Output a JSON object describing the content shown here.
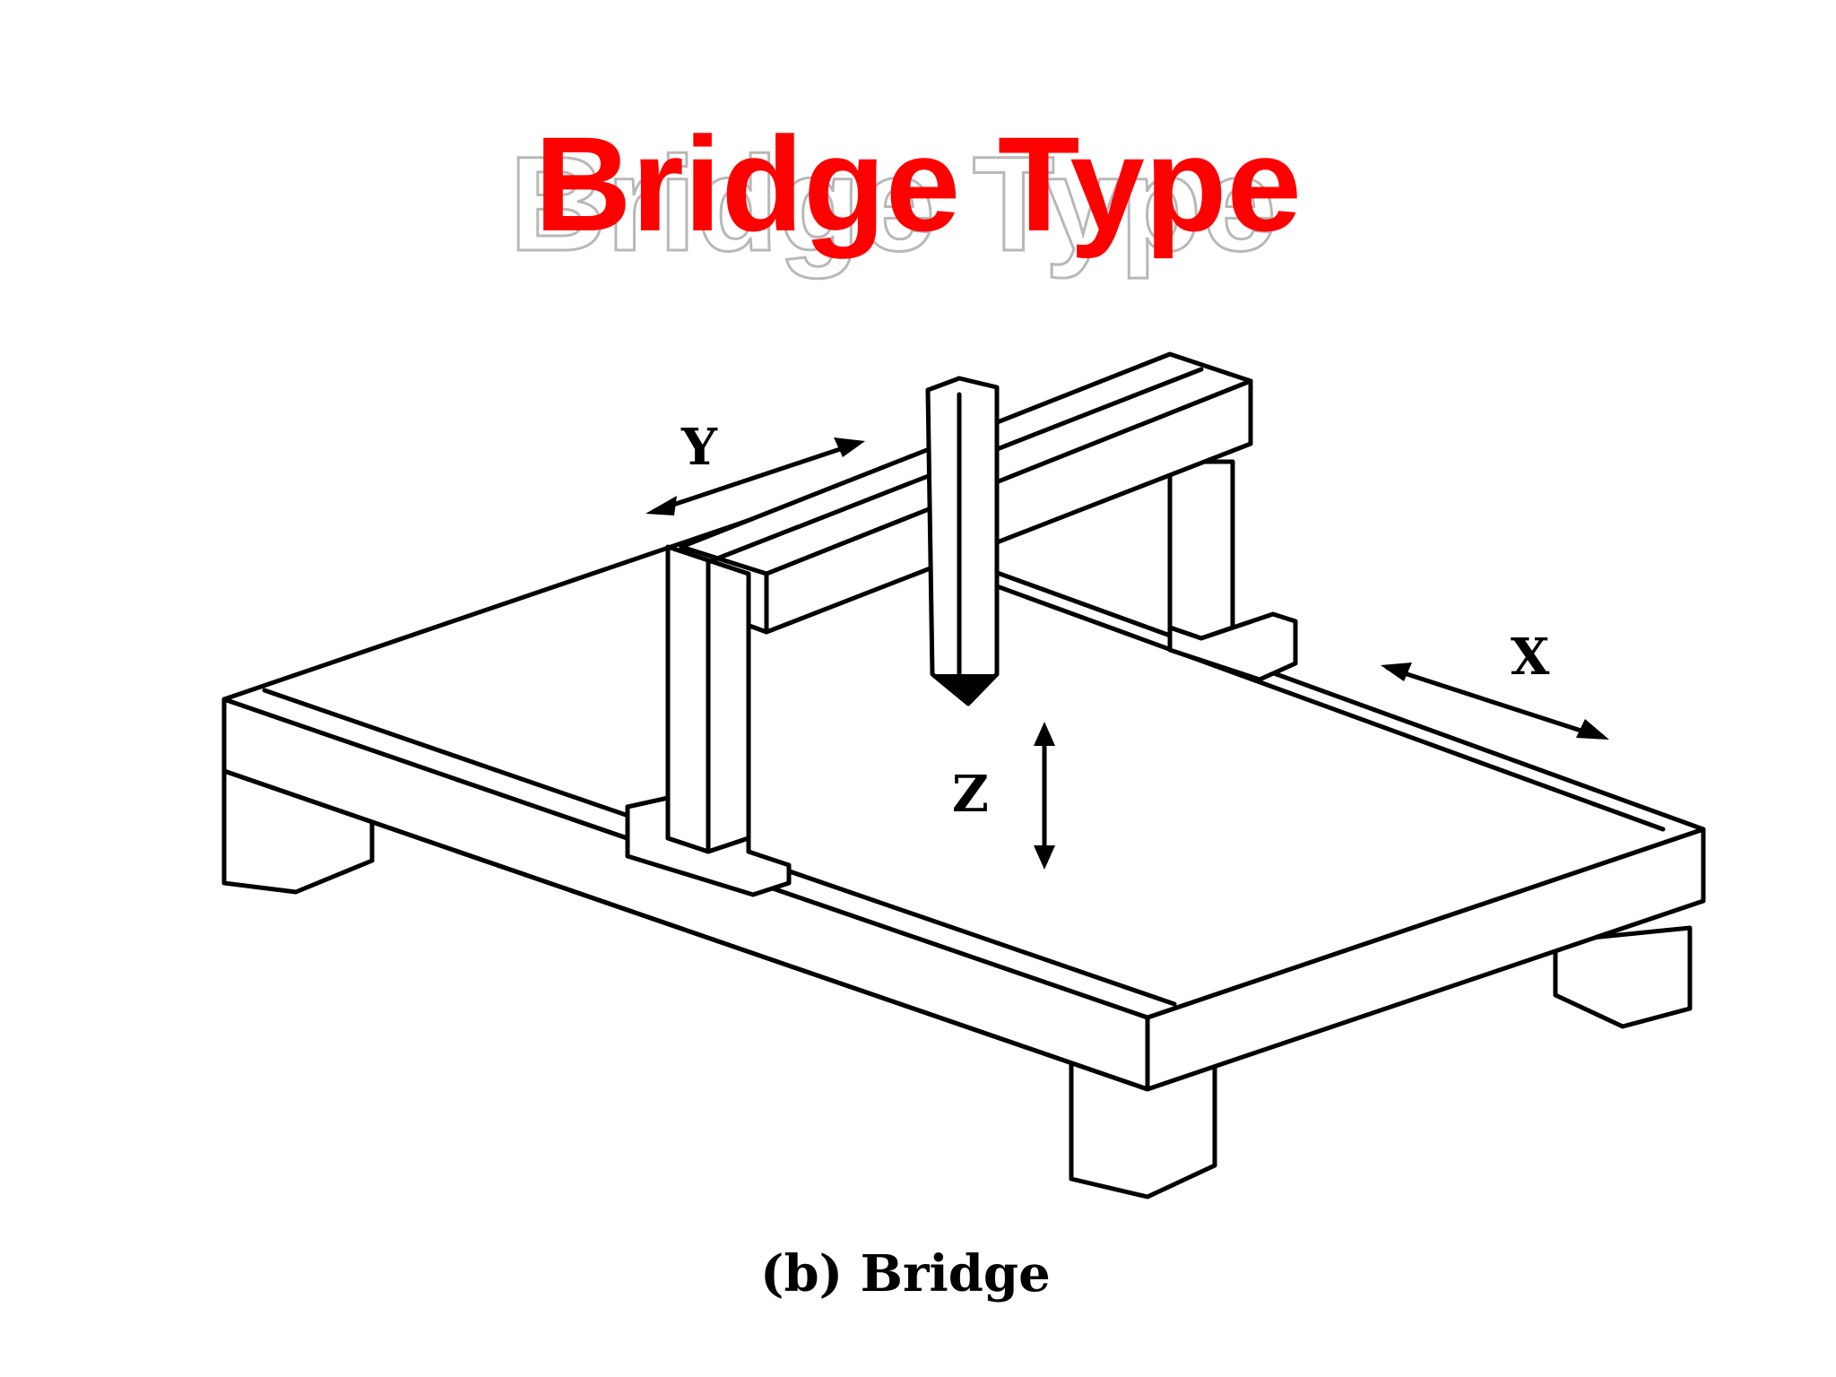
{
  "title": "Bridge Type",
  "title_color": "#ff0000",
  "diagram": {
    "axis_labels": {
      "x": "X",
      "y": "Y",
      "z": "Z"
    },
    "caption": "(b) Bridge"
  }
}
